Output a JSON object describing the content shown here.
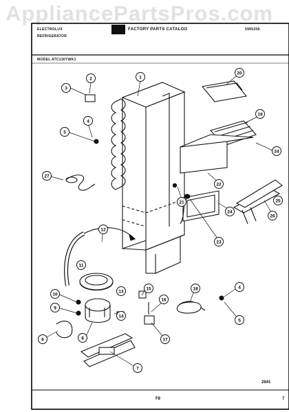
{
  "watermark": "AppliancePartsPros.com",
  "header": {
    "brand_line": "ELECTROLUX",
    "product_line": "REFRIGERATOR",
    "center_text": "FACTORY PARTS CATALOG",
    "doc_number": "5995208",
    "model_label": "MODEL ATC130YWK1"
  },
  "footer": {
    "code": "2641",
    "center": "F8",
    "right": "7"
  },
  "callouts": [
    {
      "id": "callout-1",
      "label": "1"
    },
    {
      "id": "callout-2",
      "label": "2"
    },
    {
      "id": "callout-3",
      "label": "3"
    },
    {
      "id": "callout-4",
      "label": "4"
    },
    {
      "id": "callout-5",
      "label": "5"
    },
    {
      "id": "callout-6",
      "label": "6"
    },
    {
      "id": "callout-7",
      "label": "7"
    },
    {
      "id": "callout-8",
      "label": "8"
    },
    {
      "id": "callout-9",
      "label": "9"
    },
    {
      "id": "callout-10",
      "label": "10"
    },
    {
      "id": "callout-11",
      "label": "11"
    },
    {
      "id": "callout-12",
      "label": "12"
    },
    {
      "id": "callout-13",
      "label": "13"
    },
    {
      "id": "callout-14",
      "label": "14"
    },
    {
      "id": "callout-15",
      "label": "15"
    },
    {
      "id": "callout-16",
      "label": "16"
    },
    {
      "id": "callout-17",
      "label": "17"
    },
    {
      "id": "callout-18",
      "label": "18"
    },
    {
      "id": "callout-19",
      "label": "19"
    },
    {
      "id": "callout-20",
      "label": "20"
    },
    {
      "id": "callout-21",
      "label": "21"
    },
    {
      "id": "callout-22",
      "label": "22"
    },
    {
      "id": "callout-23",
      "label": "23"
    },
    {
      "id": "callout-24a",
      "label": "24"
    },
    {
      "id": "callout-24b",
      "label": "24"
    },
    {
      "id": "callout-25",
      "label": "25"
    },
    {
      "id": "callout-26",
      "label": "26"
    },
    {
      "id": "callout-27",
      "label": "27"
    },
    {
      "id": "callout-4b",
      "label": "4"
    },
    {
      "id": "callout-5b",
      "label": "5"
    }
  ]
}
